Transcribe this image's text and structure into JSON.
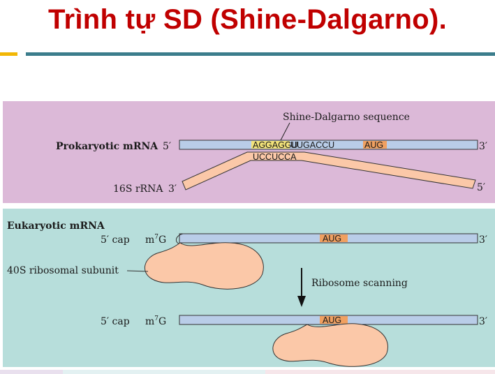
{
  "title": "Trình tự SD (Shine-Dalgarno).",
  "prokaryotic": {
    "label": "Prokaryotic mRNA",
    "five_prime": "5′",
    "three_prime": "3′",
    "sd_label": "Shine-Dalgarno sequence",
    "sd_sequence": "AGGAGGU",
    "spacer": "UUGACCU",
    "start_codon": "AUG",
    "complement": "UCCUCCA",
    "rrna_label": "16S rRNA",
    "rrna_three_prime": "3′",
    "rrna_five_prime": "5′"
  },
  "eukaryotic": {
    "label": "Eukaryotic mRNA",
    "cap": "5′ cap",
    "m7g_base": "m",
    "m7g_sup": "7",
    "m7g_g": "G",
    "three_prime": "3′",
    "start_codon": "AUG",
    "subunit_label": "40S ribosomal subunit",
    "scanning_label": "Ribosome scanning"
  },
  "colors": {
    "title": "#c00000",
    "mrna": "#b9cde8",
    "rrna": "#fbc8a8",
    "sd_highlight": "#f3e37a",
    "aug_highlight": "#f0a060",
    "top_panel": "#dcb9d8",
    "bottom_panel": "#b7dedb"
  }
}
